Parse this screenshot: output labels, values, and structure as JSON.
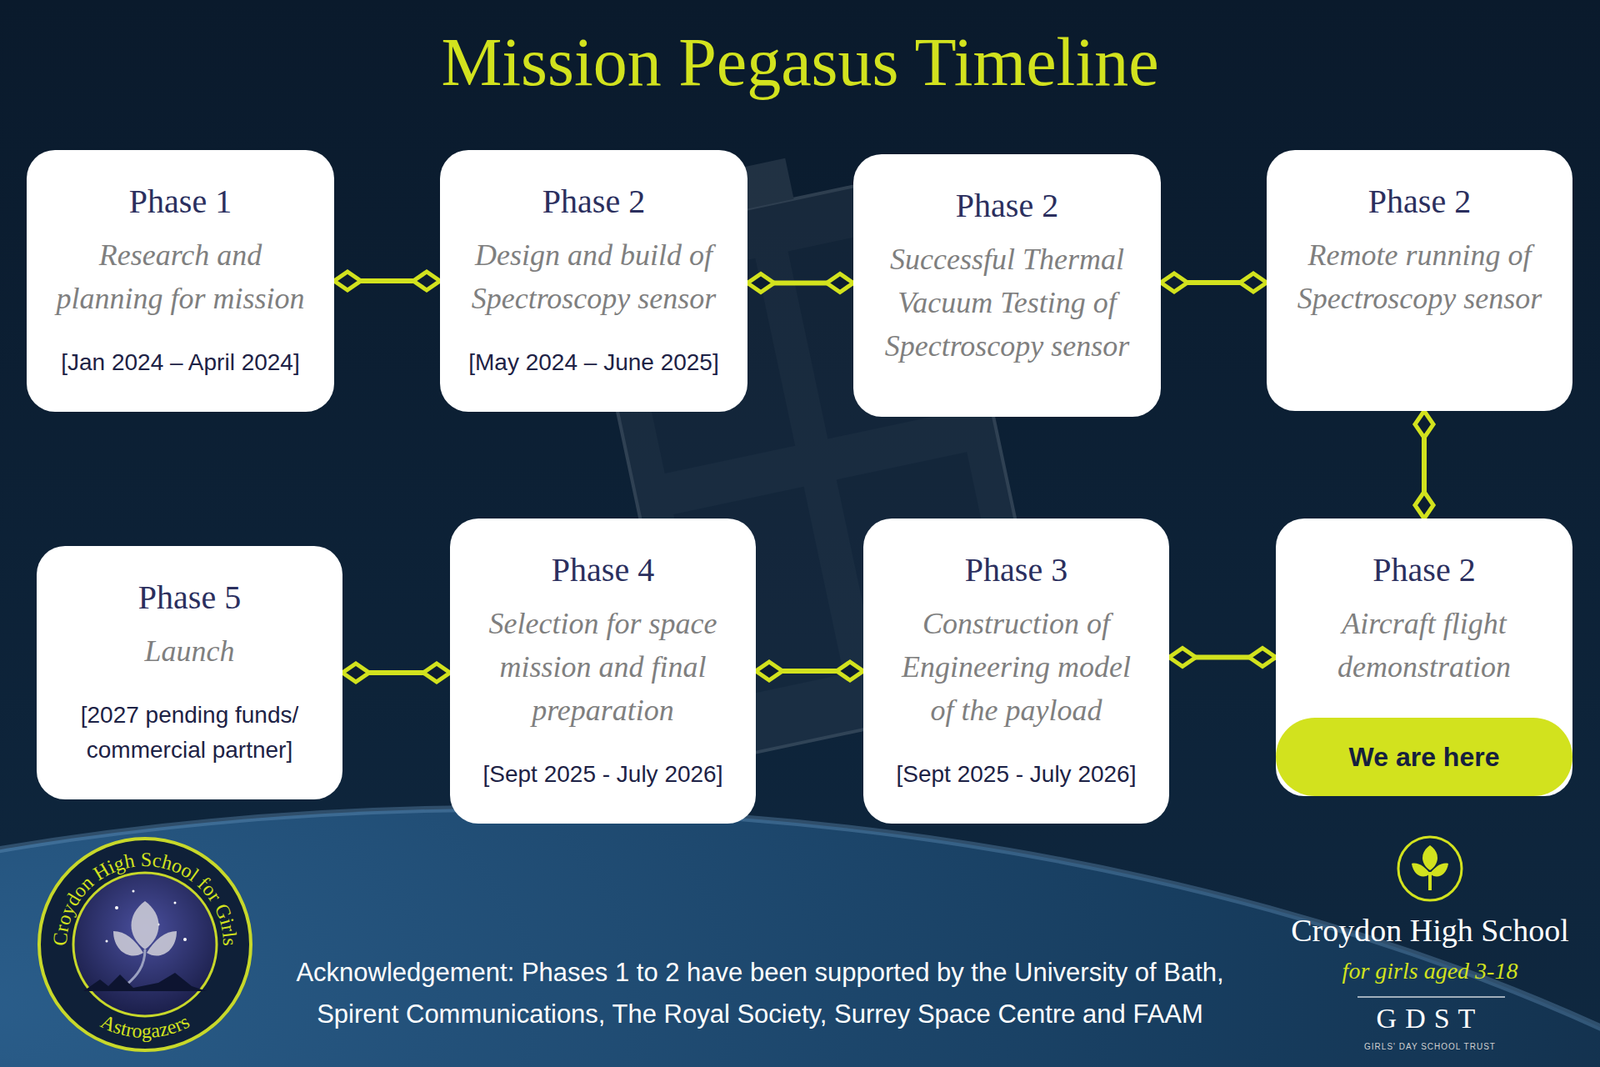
{
  "diagram": {
    "title": "Mission Pegasus Timeline",
    "nodes": [
      {
        "text": [
          "Phase 1",
          "Research and planning for mission",
          "[Jan 2024 – April 2024]"
        ]
      },
      {
        "text": [
          "Phase 2",
          "Design and build of Spectroscopy sensor",
          "[May 2024 – June 2025]"
        ]
      },
      {
        "text": [
          "Phase 2",
          "Successful Thermal Vacuum Testing of Spectroscopy sensor"
        ]
      },
      {
        "text": [
          "Phase 2",
          "Remote running of Spectroscopy sensor"
        ]
      },
      {
        "text": [
          "Phase 2",
          "Aircraft flight demonstration"
        ]
      },
      {
        "text": [
          "We are here"
        ],
        "in": 4
      },
      {
        "text": [
          "Phase 3",
          "Construction of Engineering model of the payload",
          "[Sept 2025 - July 2026]"
        ]
      },
      {
        "text": [
          "Phase 4",
          "Selection for space mission and final preparation",
          "[Sept 2025 - July 2026]"
        ]
      },
      {
        "text": [
          "Phase 5",
          "Launch",
          "[2027 pending funds/ commercial partner]"
        ]
      }
    ],
    "edges": [
      {
        "from": 0,
        "to": 1,
        "arrow": "none"
      },
      {
        "from": 1,
        "to": 2,
        "arrow": "none"
      },
      {
        "from": 2,
        "to": 3,
        "arrow": "none"
      },
      {
        "from": 3,
        "to": 4,
        "arrow": "none"
      },
      {
        "from": 4,
        "to": 6,
        "arrow": "none"
      },
      {
        "from": 6,
        "to": 7,
        "arrow": "none"
      },
      {
        "from": 7,
        "to": 8,
        "arrow": "none"
      }
    ],
    "labels": [
      "Acknowledgement: Phases 1 to 2 have been supported by the University of Bath, Spirent Communications, The Royal Society, Surrey Space Centre and FAAM",
      "Croydon High School for Girls",
      "Astrogazers",
      "Croydon High School",
      "for girls aged 3-18",
      "GDST",
      "GIRLS' DAY SCHOOL TRUST"
    ]
  }
}
